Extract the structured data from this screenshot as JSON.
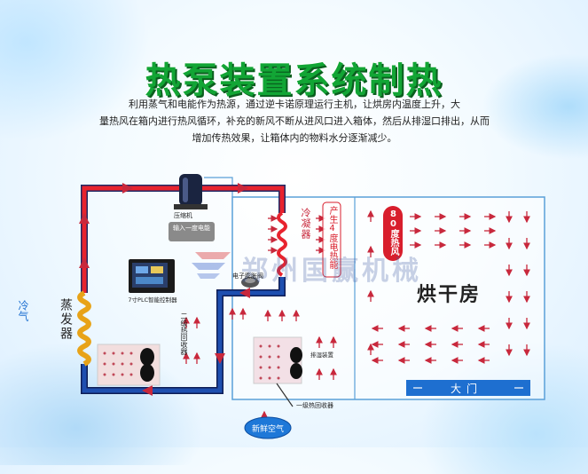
{
  "title": "热泵装置系统制热",
  "description": {
    "line1": "利用蒸气和电能作为热源，通过逆卡诺原理运行主机，让烘房内温度上升，大",
    "line2": "量热风在箱内进行热风循环，补充的新风不断从进风口进入箱体，然后从排湿口排出，从而",
    "line3": "增加传热效果，让箱体内的物料水分逐渐减少。"
  },
  "labels": {
    "compressor": "压缩机",
    "electric_input": "输入一度电能",
    "condenser": "冷凝器",
    "heat_4": "产生4度电热能",
    "hot_air_80": "80度热风",
    "drying_room": "烘干房",
    "cold_air": "冷气",
    "evaporator": "蒸发器",
    "plc": "7寸PLC智能控制器",
    "recovery_2": "二级热回收器",
    "expansion": "电子膨胀阀",
    "dehumid": "排湿装置",
    "recovery_1": "一级热回收器",
    "gate": "大门",
    "fresh_air": "新鲜空气",
    "watermark": "郑州国赢机械"
  },
  "colors": {
    "title_green": "#12a535",
    "hot_pipe": "#e8232e",
    "cold_pipe": "#1e4fb0",
    "copper": "#e8a318",
    "arrow": "#c8283c",
    "room_border": "#5aa0d8",
    "gate_blue": "#1e6fd0"
  }
}
